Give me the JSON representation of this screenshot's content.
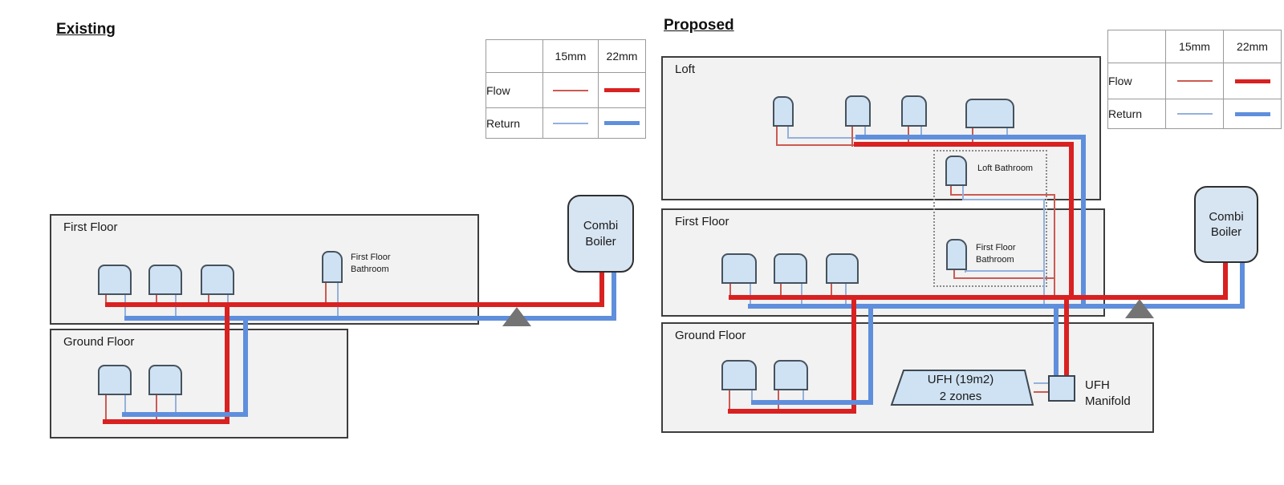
{
  "colors": {
    "flow_22mm": "#d92121",
    "return_22mm": "#5f8fdc",
    "flow_15mm": "#cc5a52",
    "return_15mm": "#93b1dd",
    "radiator_fill": "#cfe2f3",
    "floor_box_fill": "#f2f2f2",
    "pump_triangle": "#747474"
  },
  "legend": {
    "columns": [
      "15mm",
      "22mm"
    ],
    "rows": [
      "Flow",
      "Return"
    ]
  },
  "existing": {
    "title": "Existing",
    "first_floor": {
      "label": "First Floor"
    },
    "ground_floor": {
      "label": "Ground Floor"
    },
    "bathroom": {
      "line1": "First Floor",
      "line2": "Bathroom"
    },
    "boiler": {
      "line1": "Combi",
      "line2": "Boiler"
    }
  },
  "proposed": {
    "title": "Proposed",
    "loft": {
      "label": "Loft"
    },
    "first_floor": {
      "label": "First Floor"
    },
    "ground_floor": {
      "label": "Ground Floor"
    },
    "loft_bathroom": {
      "label": "Loft Bathroom"
    },
    "first_floor_bathroom": {
      "line1": "First Floor",
      "line2": "Bathroom"
    },
    "boiler": {
      "line1": "Combi",
      "line2": "Boiler"
    },
    "ufh": {
      "line1": "UFH (19m2)",
      "line2": "2 zones"
    },
    "manifold": {
      "line1": "UFH",
      "line2": "Manifold"
    }
  }
}
